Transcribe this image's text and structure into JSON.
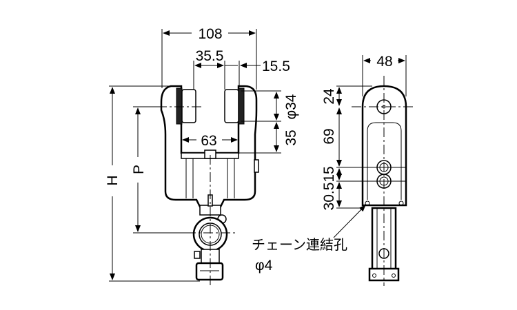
{
  "front_view": {
    "dims": {
      "width_overall": "108",
      "wheel_gap": "35.5",
      "wheel_width": "15.5",
      "wheel_diameter": "φ34",
      "wheel_to_bar": "35",
      "inner_width": "63",
      "height_total": "H",
      "pitch": "P"
    }
  },
  "side_view": {
    "dims": {
      "width": "48",
      "top": "24",
      "middle": "69",
      "bolt_spacing": "15",
      "bottom": "30.5"
    }
  },
  "annotation": {
    "label": "チェーン連結孔",
    "diameter": "φ4"
  }
}
